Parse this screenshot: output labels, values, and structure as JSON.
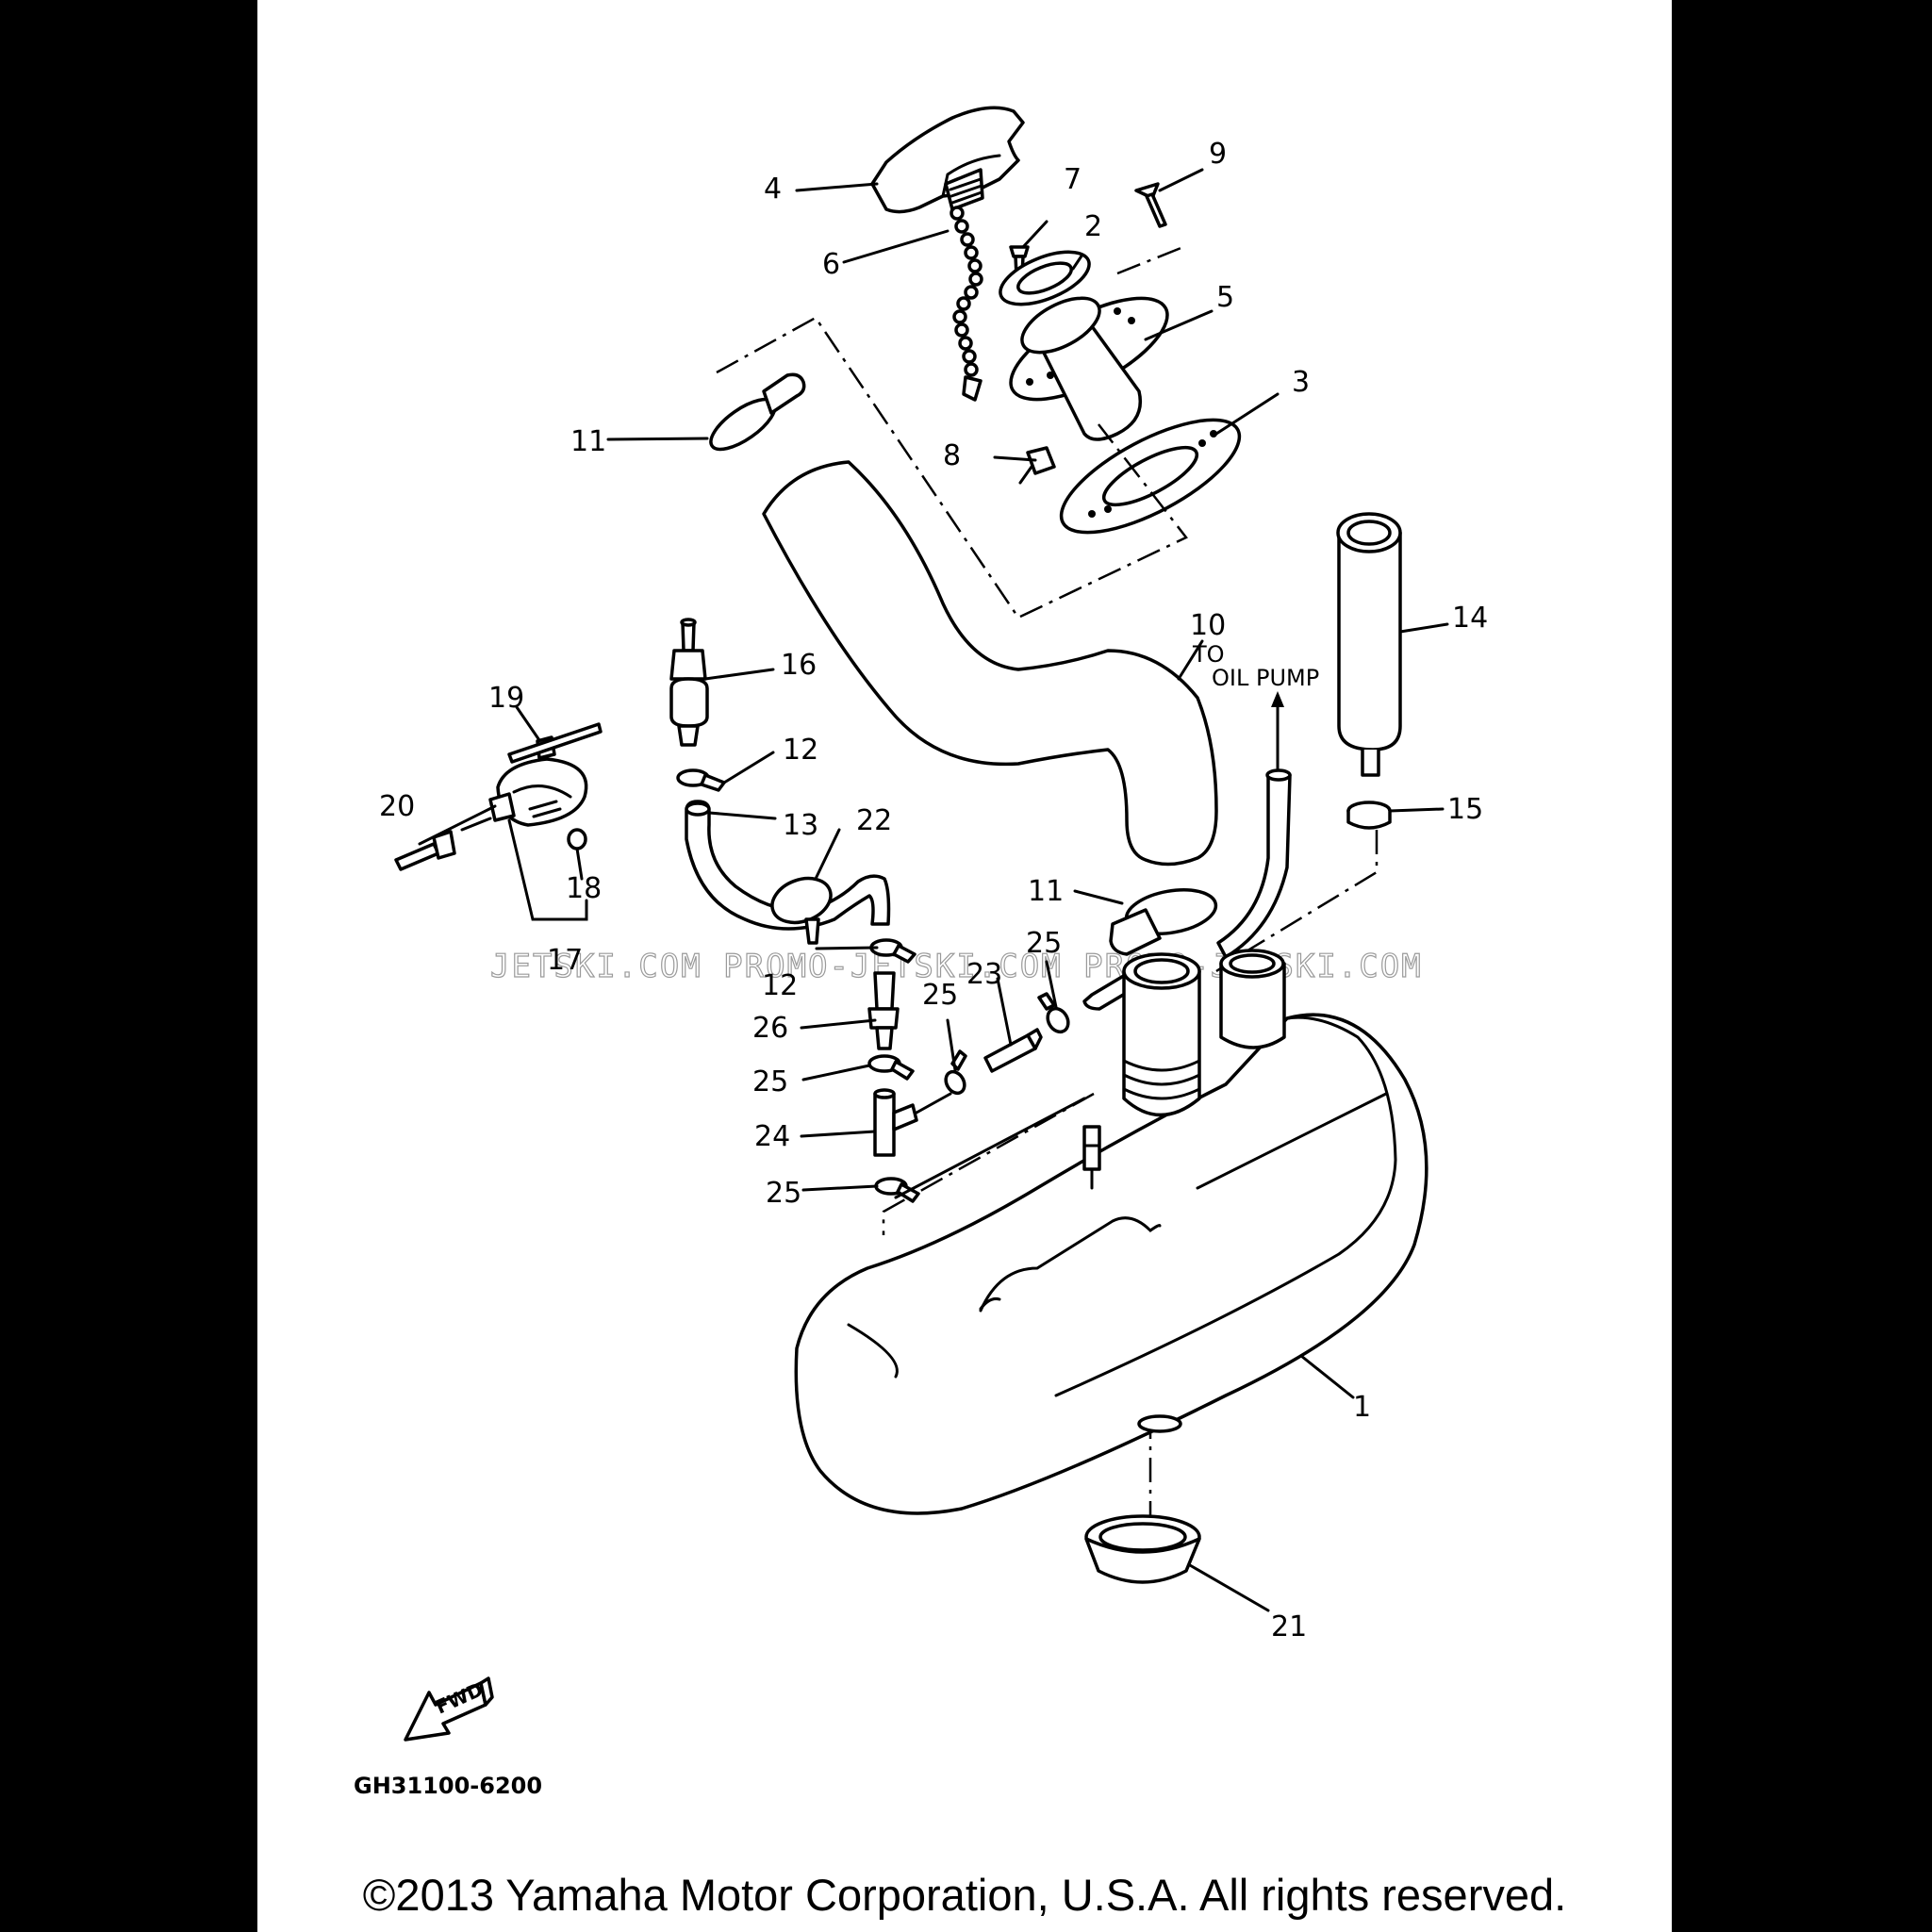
{
  "callouts": {
    "c1": "1",
    "c2": "2",
    "c3": "3",
    "c4": "4",
    "c5": "5",
    "c6": "6",
    "c7": "7",
    "c8": "8",
    "c9": "9",
    "c10": "10",
    "c11a": "11",
    "c11b": "11",
    "c12a": "12",
    "c12b": "12",
    "c13": "13",
    "c14": "14",
    "c15": "15",
    "c16": "16",
    "c17": "17",
    "c18": "18",
    "c19": "19",
    "c20": "20",
    "c21": "21",
    "c22": "22",
    "c23": "23",
    "c24": "24",
    "c25a": "25",
    "c25b": "25",
    "c25c": "25",
    "c25d": "25",
    "c26": "26"
  },
  "note": {
    "line1": "TO",
    "line2": "OIL PUMP"
  },
  "direction_label": "FWD",
  "figure_code": "GH31100-6200",
  "watermark": "JETSKI.COM PROMO-JETSKI.COM PROMO-JETSKI.COM",
  "copyright": "©2013 Yamaha Motor Corporation, U.S.A. All rights reserved.",
  "colors": {
    "background": "#000000",
    "sheet": "#ffffff",
    "ink": "#000000"
  }
}
